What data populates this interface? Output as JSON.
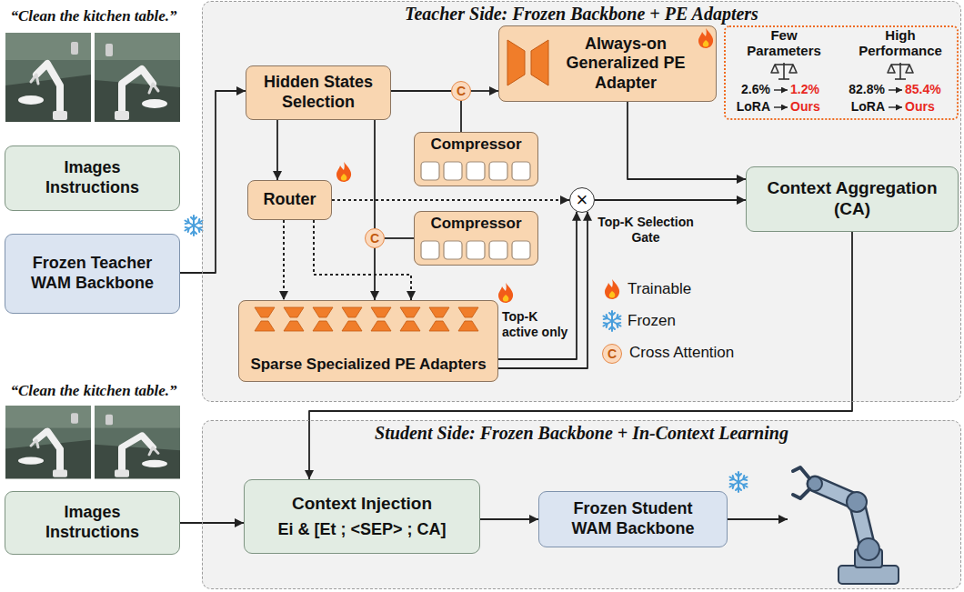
{
  "diagram": {
    "nodes": [
      {
        "text": [
          "Images Instructions"
        ]
      },
      {
        "text": [
          "Frozen Teacher WAM Backbone"
        ]
      },
      {
        "text": [
          "Teacher Side: Frozen Backbone + PE Adapters"
        ]
      },
      {
        "text": [
          "Hidden States Selection"
        ],
        "in": 2
      },
      {
        "text": [
          "C"
        ],
        "in": 2
      },
      {
        "text": [
          "Always-on Generalized PE Adapter"
        ],
        "in": 2
      },
      {
        "text": [
          "Few Parameters",
          "High Performance",
          "2.6%",
          "1.2%",
          "82.8%",
          "85.4%",
          "LoRA",
          "Ours",
          "LoRA",
          "Ours"
        ],
        "in": 2
      },
      {
        "text": [
          "Router"
        ],
        "in": 2
      },
      {
        "text": [
          "Compressor"
        ],
        "in": 2
      },
      {
        "text": [
          "C"
        ],
        "in": 2
      },
      {
        "text": [
          "Compressor"
        ],
        "in": 2
      },
      {
        "text": [
          "×"
        ],
        "in": 2
      },
      {
        "text": [
          "Context Aggregation (CA)"
        ],
        "in": 2
      },
      {
        "text": [
          "Sparse Specialized PE Adapters"
        ],
        "in": 2
      },
      {
        "text": [
          "Student Side: Frozen Backbone + In-Context Learning"
        ]
      },
      {
        "text": [
          "Images Instructions"
        ]
      },
      {
        "text": [
          "Context Injection",
          "Ei & [Et ; <SEP> ; CA]"
        ],
        "in": 14
      },
      {
        "text": [
          "Frozen Student WAM Backbone"
        ],
        "in": 14
      }
    ],
    "edges": [
      {
        "from": 1,
        "to": 3,
        "arrow": "to"
      },
      {
        "from": 3,
        "to": 4,
        "arrow": "none"
      },
      {
        "from": 8,
        "to": 4,
        "arrow": "none"
      },
      {
        "from": 4,
        "to": 5,
        "arrow": "to"
      },
      {
        "from": 3,
        "to": 7,
        "arrow": "to"
      },
      {
        "from": 3,
        "to": 9,
        "arrow": "none"
      },
      {
        "from": 10,
        "to": 9,
        "arrow": "none"
      },
      {
        "from": 9,
        "to": 13,
        "arrow": "to"
      },
      {
        "from": 7,
        "to": 13,
        "arrow": "to"
      },
      {
        "from": 7,
        "to": 13,
        "arrow": "to"
      },
      {
        "from": 7,
        "to": 11,
        "arrow": "to"
      },
      {
        "from": 13,
        "to": 11,
        "arrow": "to"
      },
      {
        "from": 13,
        "to": 11,
        "arrow": "to"
      },
      {
        "from": 5,
        "to": 12,
        "arrow": "to"
      },
      {
        "from": 11,
        "to": 12,
        "arrow": "to"
      },
      {
        "from": 12,
        "to": 16,
        "arrow": "to"
      },
      {
        "from": 15,
        "to": 16,
        "arrow": "to"
      },
      {
        "from": 16,
        "to": 17,
        "arrow": "to"
      }
    ],
    "labels": [
      "“Clean the kitchen table.”",
      "Top-K active only",
      "Top-K Selection Gate",
      "C",
      "“Clean the kitchen table.”"
    ],
    "legend": [
      {
        "text": "Trainable"
      },
      {
        "text": "Frozen"
      },
      {
        "text": "Cross Attention"
      }
    ]
  }
}
